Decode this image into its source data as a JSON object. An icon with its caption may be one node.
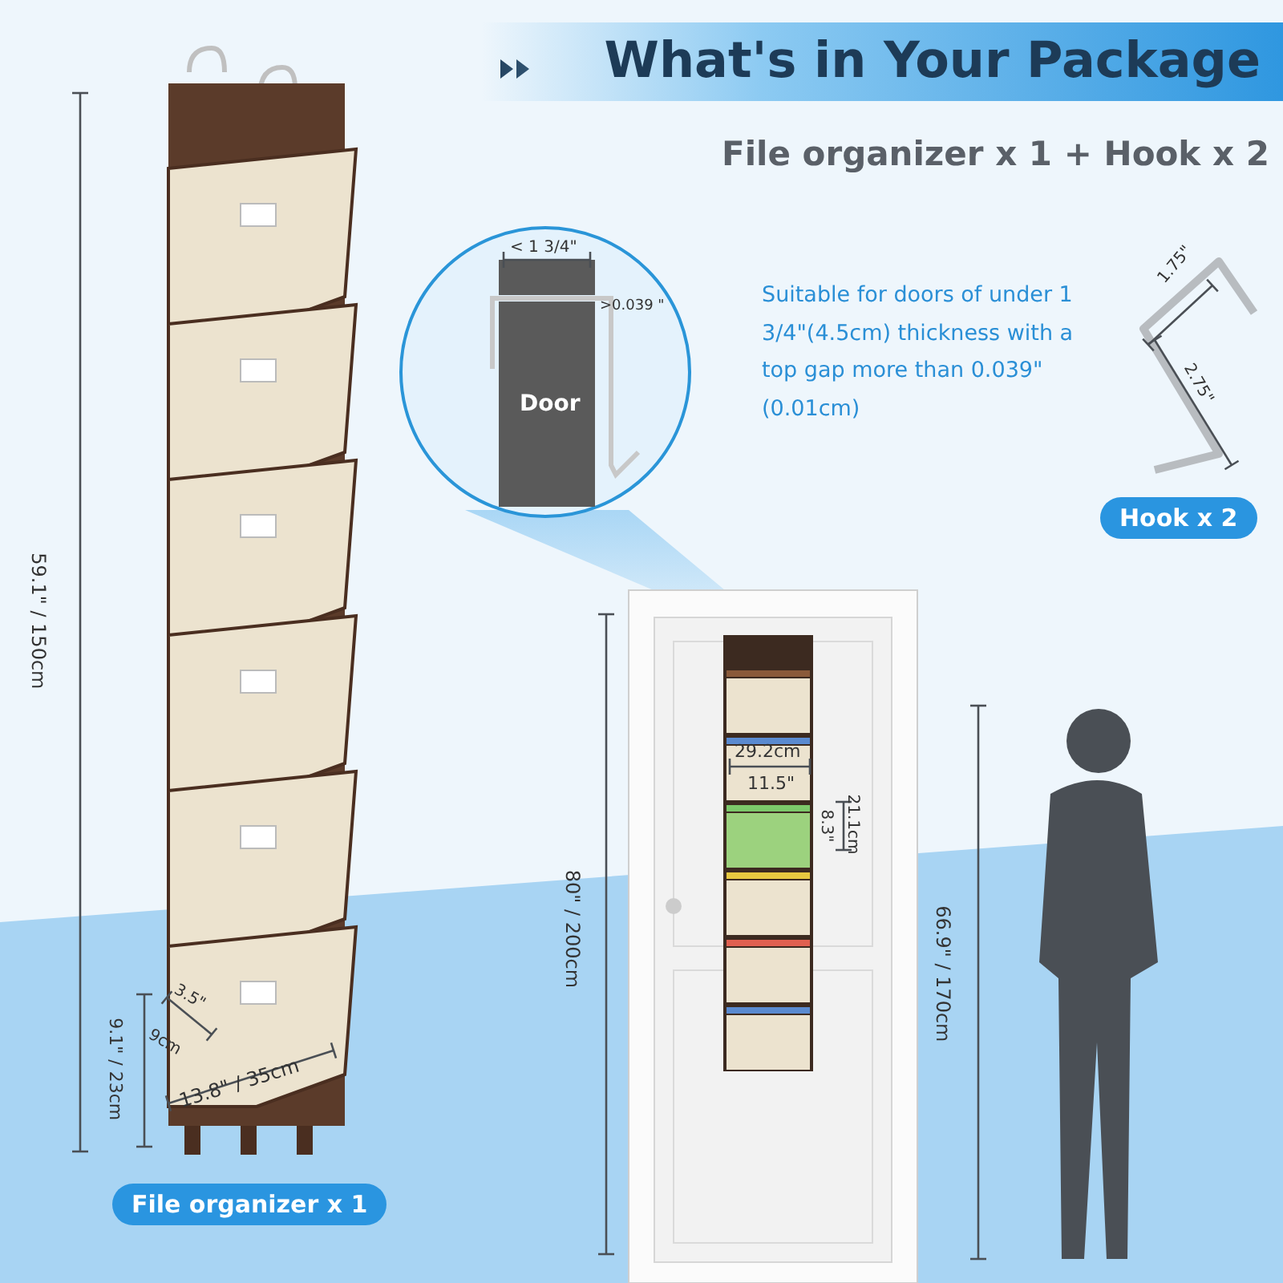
{
  "diagram": {
    "title": "What's in Your Package",
    "labels": [
      "File organizer x 1 + Hook x 2",
      "< 1 3/4\"",
      ">0.039 \"",
      "Door",
      "Suitable for doors of under 1 3/4\"(4.5cm) thickness with a top gap more than 0.039\"(0.01cm)",
      "1.75\"",
      "2.75\"",
      "Hook x 2",
      "59.1\" / 150cm",
      "80\" / 200cm",
      "29.2cm",
      "11.5\"",
      "21.1cm",
      "8.3\"",
      "66.9\" / 170cm",
      "3.5\"",
      "9cm",
      "9.1\" / 23cm",
      "13.8\" / 35cm",
      "File organizer x 1"
    ]
  }
}
